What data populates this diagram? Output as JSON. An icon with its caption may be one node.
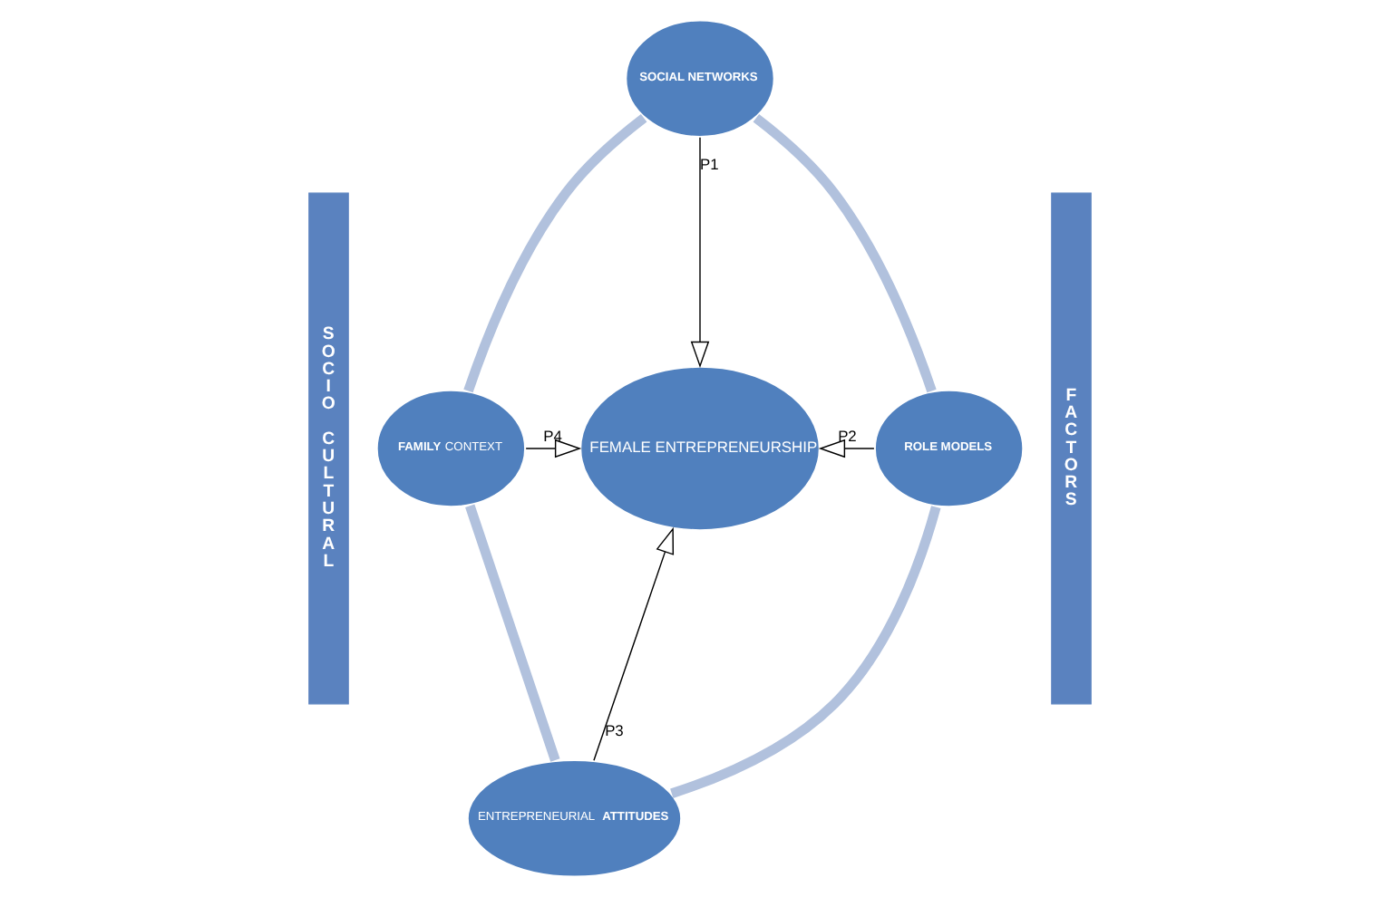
{
  "diagram": {
    "nodes": [
      {
        "text": [
          "SOCIO CULTURAL"
        ]
      },
      {
        "text": [
          "SOCIAL NETWORKS"
        ]
      },
      {
        "text": [
          "FACTORS"
        ]
      },
      {
        "text": [
          "**FAMILY** CONTEXT"
        ]
      },
      {
        "text": [
          "FEMALE ENTREPRENEURSHIP"
        ]
      },
      {
        "text": [
          "ROLE MODELS"
        ]
      },
      {
        "text": [
          "ENTREPRENEURIAL **ATTITUDES**"
        ]
      }
    ],
    "edges": [
      {
        "from": 1,
        "to": 4,
        "arrow": "to",
        "label": "P1"
      },
      {
        "from": 5,
        "to": 4,
        "arrow": "to",
        "label": "P2"
      },
      {
        "from": 6,
        "to": 4,
        "arrow": "to",
        "label": "P3"
      },
      {
        "from": 3,
        "to": 4,
        "arrow": "to",
        "label": "P4"
      },
      {
        "from": 1,
        "to": 5,
        "arrow": "none",
        "style": "thick",
        "color": "#b1c1dd"
      },
      {
        "from": 5,
        "to": 6,
        "arrow": "none",
        "style": "thick",
        "color": "#b1c1dd"
      },
      {
        "from": 3,
        "to": 6,
        "arrow": "none",
        "style": "thick",
        "color": "#b1c1dd"
      },
      {
        "from": 1,
        "to": 3,
        "arrow": "none",
        "style": "thick",
        "color": "#b1c1dd"
      }
    ]
  }
}
